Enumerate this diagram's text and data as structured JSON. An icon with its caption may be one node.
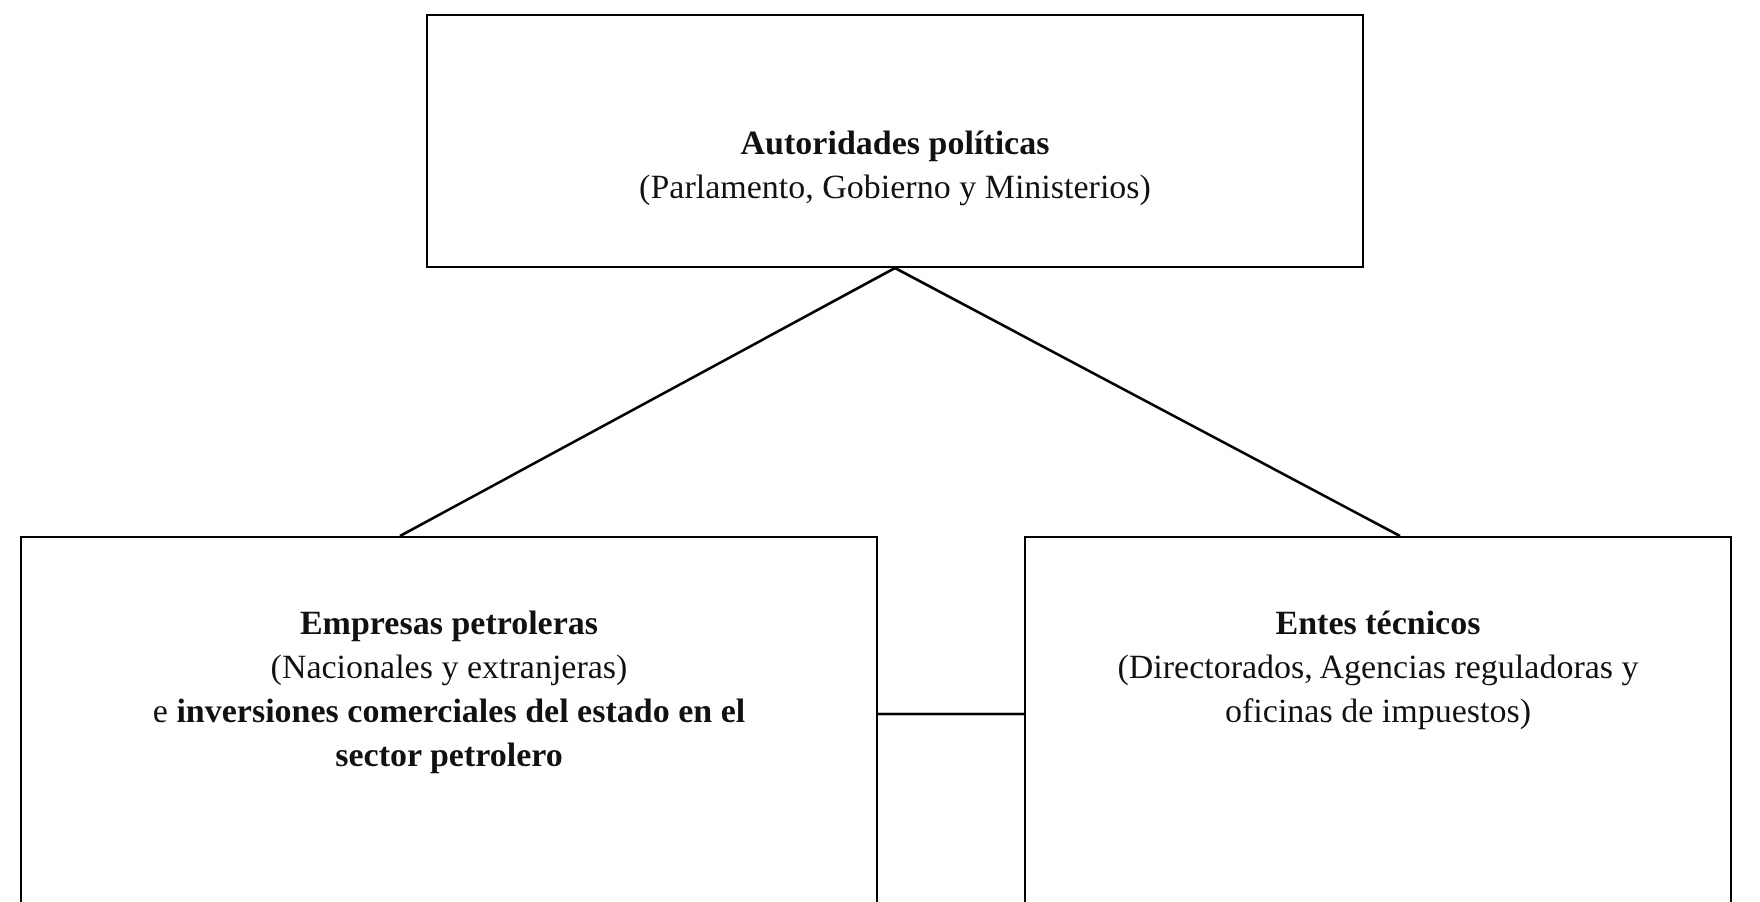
{
  "diagram": {
    "nodes": [
      {
        "text": [
          "Autoridades políticas",
          "(Parlamento, Gobierno y Ministerios)"
        ]
      },
      {
        "text": [
          "Empresas petroleras",
          "(Nacionales y extranjeras)",
          "e **inversiones comerciales del estado en el sector petrolero**"
        ]
      },
      {
        "text": [
          "Entes técnicos",
          "(Directorados, Agencias reguladoras y oficinas de impuestos)"
        ]
      }
    ],
    "edges": [
      {
        "from": 0,
        "to": 1,
        "arrow": "none"
      },
      {
        "from": 0,
        "to": 2,
        "arrow": "none"
      },
      {
        "from": 1,
        "to": 2,
        "arrow": "none"
      }
    ]
  }
}
